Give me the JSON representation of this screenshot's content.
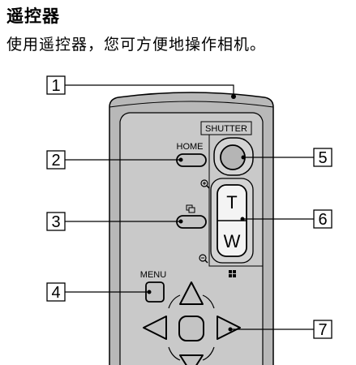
{
  "heading": "遥控器",
  "description": "使用遥控器，您可方便地操作相机。",
  "remote": {
    "shutter_label": "SHUTTER",
    "home_label": "HOME",
    "menu_label": "MENU",
    "tele_label": "T",
    "wide_label": "W"
  },
  "callouts": [
    "1",
    "2",
    "3",
    "4",
    "5",
    "6",
    "7"
  ]
}
